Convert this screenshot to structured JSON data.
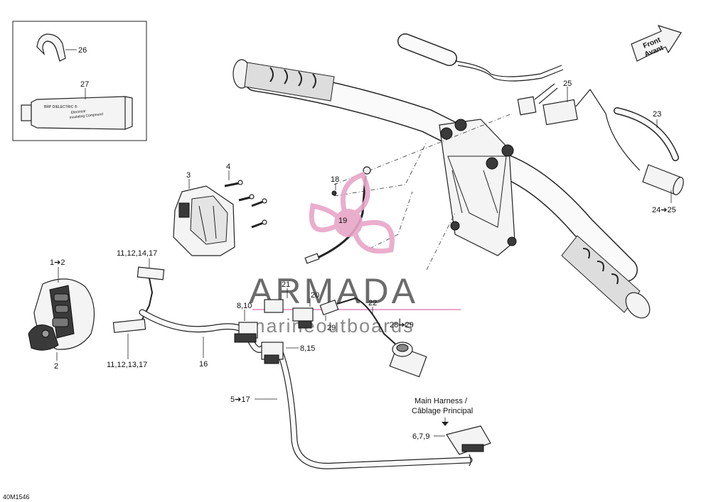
{
  "callouts": {
    "c26": "26",
    "c27": "27",
    "c3": "3",
    "c4": "4",
    "c18": "18",
    "c19": "19",
    "c1_2": "1➔2",
    "c2": "2",
    "c11_12_14_17": "11,12,14,17",
    "c11_12_13_17": "11,12,13,17",
    "c16": "16",
    "c8_10": "8,10",
    "c8_15": "8,15",
    "c21": "21",
    "c20": "20",
    "c29": "29",
    "c22": "22",
    "c28_29": "28➔29",
    "c5_17": "5➔17",
    "c6_7_9": "6,7,9",
    "c25": "25",
    "c23": "23",
    "c24_25": "24➔25"
  },
  "main_harness": {
    "line1": "Main Harness /",
    "line2": "Câblage Principal"
  },
  "front_arrow": {
    "line1": "Front",
    "line2": "Avant"
  },
  "tube_label": {
    "line1": "BRP DIELECTRIC ®",
    "line2": "Electrical",
    "line3": "Insulating Compound"
  },
  "watermark": {
    "title": "ARMADA",
    "subtitle": "marineoutboards"
  },
  "doc_code": "40M1546",
  "colors": {
    "watermark_pink": "#e8a6c8",
    "watermark_text": "#6b6b6b",
    "line": "#222222"
  }
}
